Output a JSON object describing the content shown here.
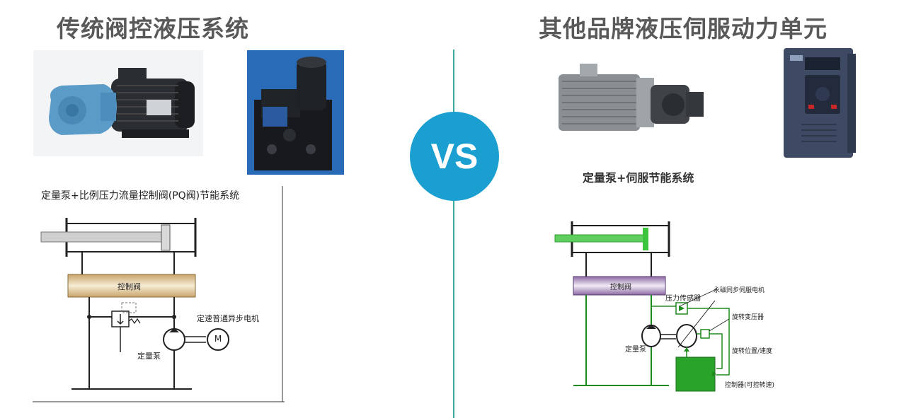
{
  "left": {
    "title": "传统阀控液压系统",
    "diagram": {
      "caption": "定量泵+比例压力流量控制阀(PQ阀)节能系统",
      "valve_label": "控制阀",
      "motor_label": "定速普通异步电机",
      "motor_symbol": "M",
      "pump_label": "定量泵"
    }
  },
  "vs_label": "VS",
  "right": {
    "title": "其他品牌液压伺服动力单元",
    "caption": "定量泵+伺服节能系统",
    "diagram": {
      "valve_label": "控制阀",
      "pressure_sensor": "压力传感器",
      "servo_motor": "永磁同步伺服电机",
      "resolver": "旋转变压器",
      "position_speed": "旋转位置/速度",
      "pump_label": "定量泵",
      "controller": "控制器(可控转速)"
    }
  },
  "colors": {
    "title": "#595959",
    "vs_circle": "#1a9fd0",
    "divider": "#3aa89a",
    "diagram_green": "#1e8a1e",
    "pump_blue": "#5b9bc8"
  }
}
